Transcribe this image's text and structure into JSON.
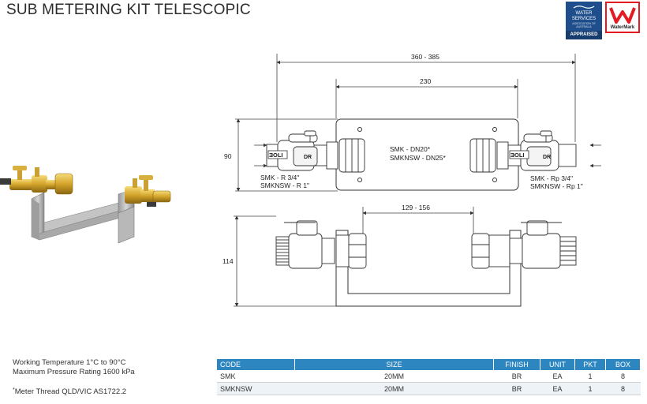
{
  "header": {
    "title": "SUB METERING KIT TELESCOPIC"
  },
  "badges": {
    "water_services": {
      "line1": "WATER SERVICES",
      "line2": "ASSOCIATION OF AUSTRALIA",
      "line3": "APPRAISED"
    },
    "watermark": {
      "label": "WaterMark"
    }
  },
  "drawing": {
    "dim_overall": "360 - 385",
    "dim_bracket": "230",
    "dim_height": "90",
    "dim_gap": "129 - 156",
    "dim_side_height": "114",
    "label_left_1": "SMK - R 3/4\"",
    "label_left_2": "SMKNSW - R 1\"",
    "label_mid_1": "SMK - DN20*",
    "label_mid_2": "SMKNSW - DN25*",
    "label_right_1": "SMK - Rp 3/4\"",
    "label_right_2": "SMKNSW - Rp 1\"",
    "valve_text": "ƎOLI"
  },
  "specs": {
    "line1": "Working Temperature  1°C to 90°C",
    "line2": "Maximum Pressure Rating  1600 kPa",
    "note_star": "*",
    "note": "Meter Thread QLD/VIC AS1722.2"
  },
  "table": {
    "headers": {
      "code": "CODE",
      "size": "SIZE",
      "finish": "FINISH",
      "unit": "UNIT",
      "pkt": "PKT",
      "box": "BOX"
    },
    "rows": [
      {
        "code": "SMK",
        "size": "20MM",
        "finish": "BR",
        "unit": "EA",
        "pkt": "1",
        "box": "8"
      },
      {
        "code": "SMKNSW",
        "size": "20MM",
        "finish": "BR",
        "unit": "EA",
        "pkt": "1",
        "box": "8"
      }
    ]
  }
}
